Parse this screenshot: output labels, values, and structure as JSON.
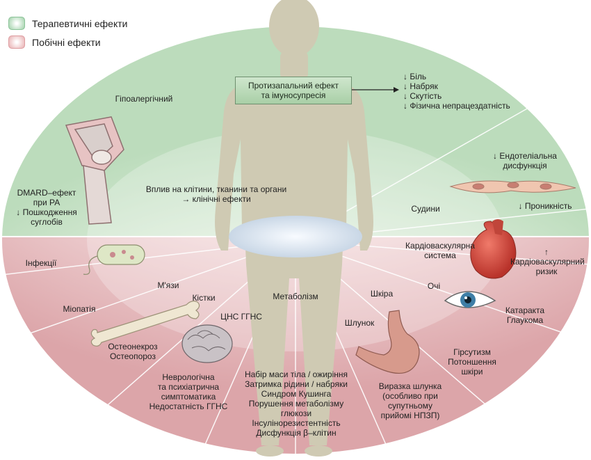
{
  "legend": {
    "therapeutic": "Терапевтичні ефекти",
    "side": "Побічні ефекти"
  },
  "colors": {
    "therapeutic": "#c6e2c8",
    "side": "#ecc6c8",
    "body": "#cfcab3",
    "box": "#b7d8b5"
  },
  "center": {
    "box_line1": "Протизапальний ефект",
    "box_line2": "та імуносупресія",
    "effects": "↓ Біль\n↓ Набряк\n↓ Скутість\n↓ Фізична непрацездатність",
    "impact": "Вплив на клітини, тканини та органи\n→ клінічні ефекти"
  },
  "therapeutic": {
    "hypoallergenic": "Гіпоалергічний",
    "dmard": "DMARD–ефект\nпри РА\n↓ Пошкодження\nсуглобів",
    "endothelial": "↓ Ендотеліальна\nдисфункція",
    "vessels": "Судини",
    "permeability": "↓ Проникність"
  },
  "side": {
    "infections": "Інфекції",
    "muscles": "М'язи",
    "myopathy": "Міопатія",
    "bones": "Кістки",
    "bone_effects": "Остеонекроз\nОстеопороз",
    "cns": "ЦНС ГГНС",
    "neuro": "Неврологічна\nта психіатрична\nсимптоматика\nНедостатність ГГНС",
    "metabolism": "Метаболізм",
    "metabolic_effects": "Набір маси тіла / ожиріння\nЗатримка рідини / набряки\nСиндром Кушинга\nПорушення метаболізму глюкози\nІнсулінорезистентність\nДисфункція β–клітин",
    "skin": "Шкіра",
    "stomach": "Шлунок",
    "ulcer": "Виразка шлунка\n(особливо при\nсупутньому\nприйомі НПЗП)",
    "eyes": "Очі",
    "eye_effects": "Катаракта\nГлаукома",
    "skin_effects": "Гірсутизм\nПотоншення\nшкіри",
    "cardio": "Кардіоваскулярна\nсистема",
    "cardio_risk": "↑ Кардіоваскулярний\nризик"
  }
}
